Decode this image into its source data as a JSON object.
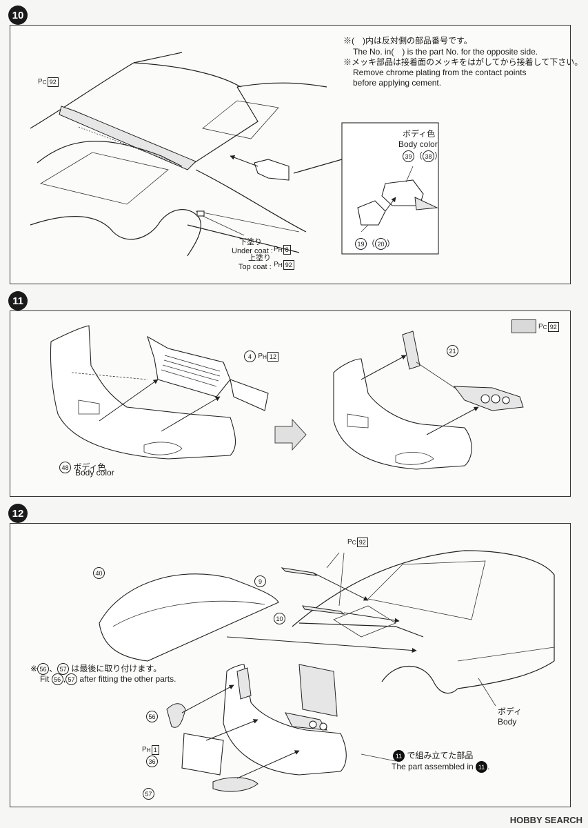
{
  "steps": [
    {
      "number": "10"
    },
    {
      "number": "11"
    },
    {
      "number": "12"
    }
  ],
  "step10": {
    "note_ja_1": "※(　)内は反対側の部品番号です。",
    "note_en_1": "The No. in(　) is the part No. for the opposite side.",
    "note_ja_2": "※メッキ部品は接着面のメッキをはがしてから接着して下さい。",
    "note_en_2a": "Remove chrome plating from the contact points",
    "note_en_2b": "before applying cement.",
    "paint_badge": "92",
    "paint_prefix": "C",
    "mirror_color_ja": "ボディ色",
    "mirror_color_en": "Body color",
    "mirror_part_a": "39",
    "mirror_part_a_opp": "38",
    "mirror_part_b": "19",
    "mirror_part_b_opp": "20",
    "undercoat_ja": "下塗り",
    "undercoat_en": "Under coat",
    "undercoat_code": "8",
    "topcoat_ja": "上塗り",
    "topcoat_en": "Top coat",
    "topcoat_code": "92",
    "h_prefix": "H"
  },
  "step11": {
    "part_grille": "4",
    "grille_code": "12",
    "h_prefix": "H",
    "swatch_code": "92",
    "c_prefix": "C",
    "part_headlight": "21",
    "part_bumper": "48",
    "bumper_color_ja": "ボディ色",
    "bumper_color_en": "Body color"
  },
  "step12": {
    "c_code": "92",
    "c_prefix": "C",
    "part_hood": "40",
    "part_wiper1": "9",
    "part_wiper2": "10",
    "note_ja": "は最後に取り付けます。",
    "note_en": "after fitting the other parts.",
    "note_fit": "Fit",
    "note_parts_a": "56",
    "note_parts_b": "57",
    "part_56": "56",
    "part_36": "36",
    "part_57": "57",
    "h_prefix": "H",
    "code_36": "1",
    "body_ja": "ボディ",
    "body_en": "Body",
    "assembled_ja": "で組み立てた部品",
    "assembled_en": "The part assembled in",
    "assembled_step": "11"
  },
  "watermark": "HOBBY SEARCH"
}
